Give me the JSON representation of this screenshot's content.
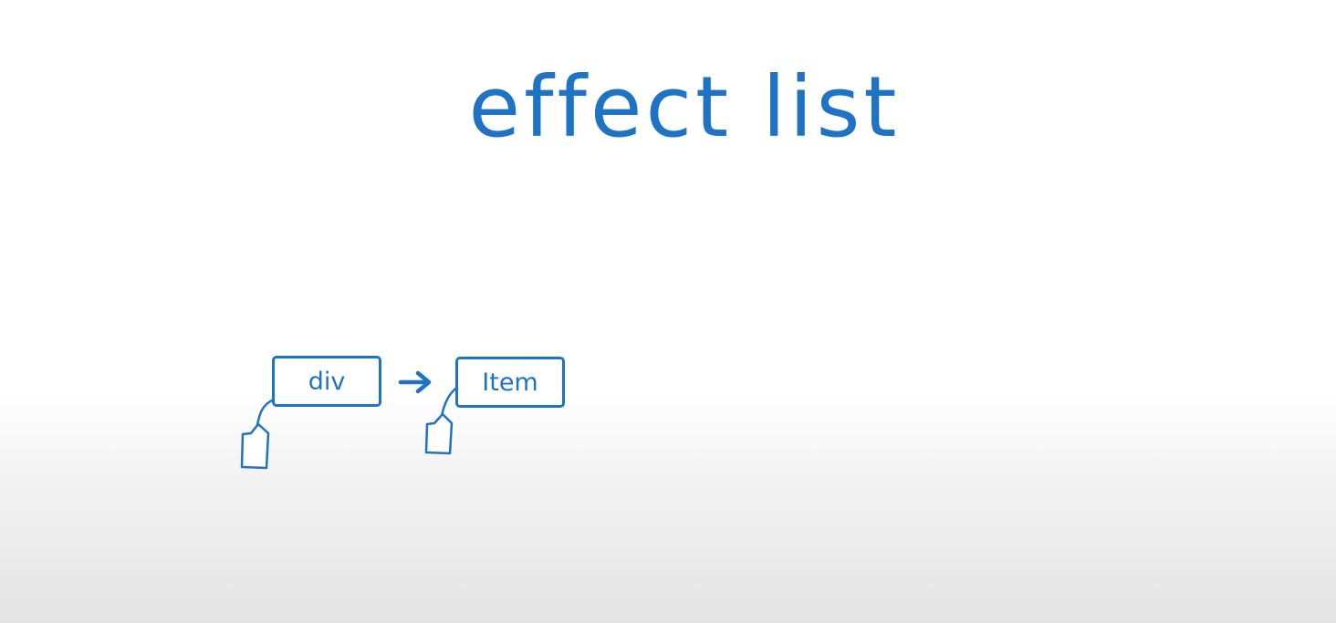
{
  "title": "effect list",
  "colors": {
    "ink": "#1f73c4",
    "background": "#ffffff"
  },
  "diagram": {
    "nodes": [
      {
        "label": "div",
        "icon": "tag-icon"
      },
      {
        "label": "Item",
        "icon": "tag-icon"
      }
    ],
    "connector": "arrow-right-icon"
  }
}
